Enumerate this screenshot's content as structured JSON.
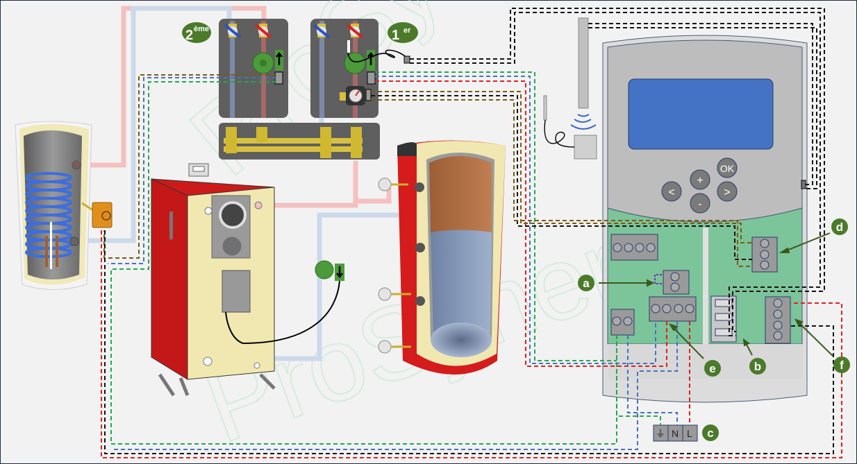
{
  "diagram": {
    "watermark": "ProSynergie",
    "circuit_labels": [
      {
        "id": "circuit-2",
        "number": "2",
        "suffix": "ème"
      },
      {
        "id": "circuit-1",
        "number": "1",
        "suffix": "er"
      }
    ],
    "callouts": {
      "a": "a",
      "b": "b",
      "c": "c",
      "d": "d",
      "e": "e",
      "f": "f"
    },
    "controller": {
      "buttons": {
        "ok": "OK",
        "plus": "+",
        "minus": "-",
        "left": "<",
        "right": ">"
      }
    },
    "power_terminal": {
      "earth": "⏚",
      "neutral": "N",
      "live": "L"
    },
    "wire_colors": {
      "live": "#e02020",
      "neutral": "#4472c4",
      "earth": "#1faa50",
      "signal": "#111111",
      "sensor": "#7a5a10",
      "bridge": "#7030a0"
    },
    "pipe_colors": {
      "hot": "#f4b8b8",
      "cold": "#c6d4e6"
    },
    "components": [
      "dhw-tank",
      "dhw-thermostat",
      "boiler",
      "boiler-pump",
      "buffer-tank",
      "hydraulic-module-2",
      "hydraulic-module-1",
      "manifold",
      "outdoor-sensor",
      "controller"
    ]
  }
}
